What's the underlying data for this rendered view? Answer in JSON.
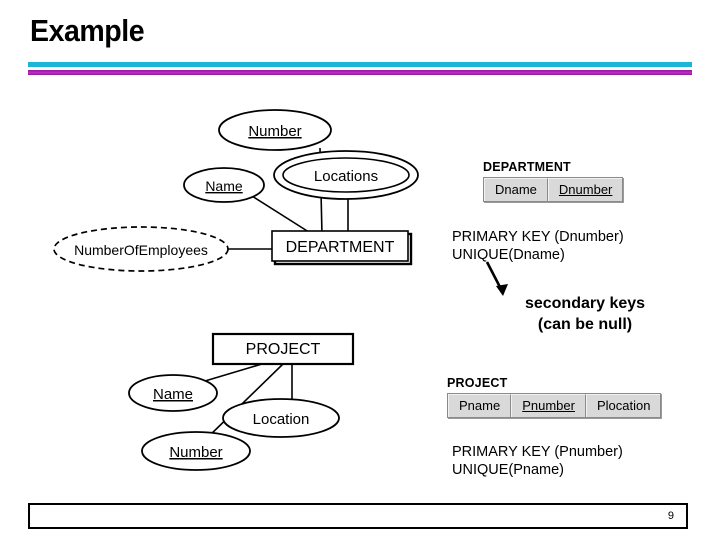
{
  "slide": {
    "title": "Example",
    "page_number": "9"
  },
  "theme": {
    "bar_cyan": "#1BB6D6",
    "bar_magenta": "#A31BA3",
    "table_cell_bg": "#d9d9d9",
    "ink": "#000000"
  },
  "er_department": {
    "entity": "DEPARTMENT",
    "attributes": [
      {
        "label": "Number",
        "kind": "key"
      },
      {
        "label": "Name",
        "kind": "key"
      },
      {
        "label": "Locations",
        "kind": "multivalued"
      },
      {
        "label": "NumberOfEmployees",
        "kind": "derived"
      }
    ]
  },
  "er_project": {
    "entity": "PROJECT",
    "attributes": [
      {
        "label": "Name",
        "kind": "key"
      },
      {
        "label": "Location",
        "kind": "simple"
      },
      {
        "label": "Number",
        "kind": "key"
      }
    ]
  },
  "relation_department": {
    "name": "DEPARTMENT",
    "columns": [
      {
        "label": "Dname",
        "key": false
      },
      {
        "label": "Dnumber",
        "key": true
      }
    ]
  },
  "relation_project": {
    "name": "PROJECT",
    "columns": [
      {
        "label": "Pname",
        "key": false
      },
      {
        "label": "Pnumber",
        "key": true
      },
      {
        "label": "Plocation",
        "key": false
      }
    ]
  },
  "constraints_department": {
    "line1": "PRIMARY KEY (Dnumber)",
    "line2": "UNIQUE(Dname)"
  },
  "constraints_project": {
    "line1": "PRIMARY KEY (Pnumber)",
    "line2": "UNIQUE(Pname)"
  },
  "callout": {
    "line1": "secondary keys",
    "line2": "(can be null)"
  }
}
